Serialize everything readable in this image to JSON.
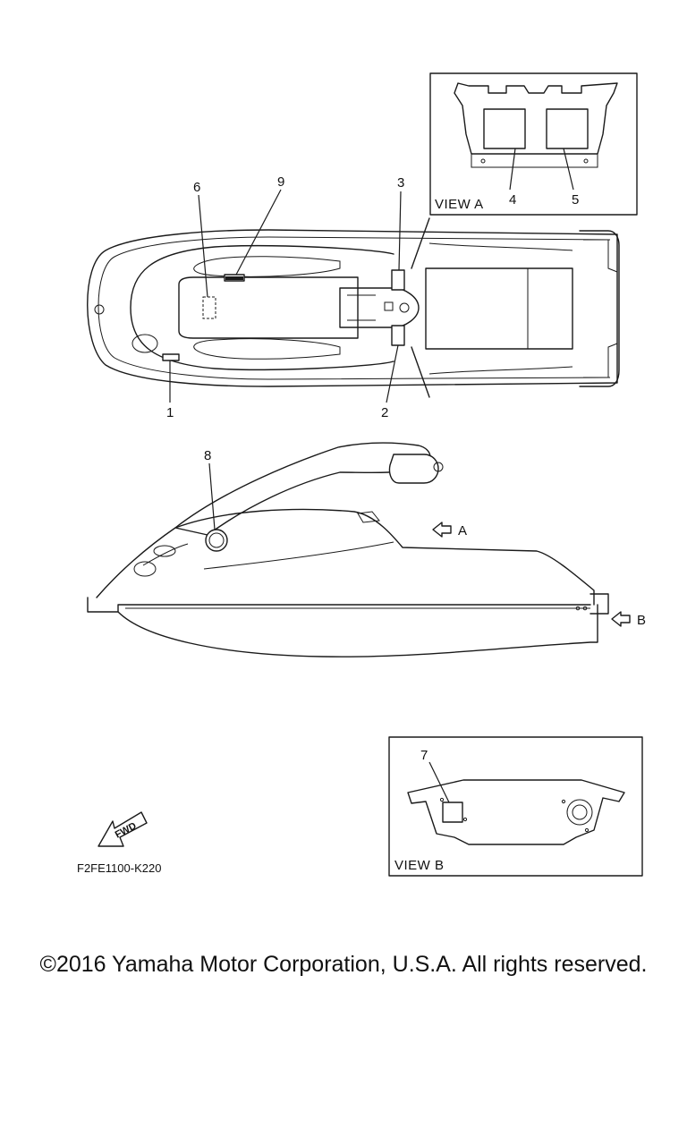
{
  "callouts": {
    "c1": "1",
    "c2": "2",
    "c3": "3",
    "c4": "4",
    "c5": "5",
    "c6": "6",
    "c7": "7",
    "c8": "8",
    "c9": "9"
  },
  "views": {
    "view_a_label": "VIEW A",
    "view_b_label": "VIEW B",
    "arrow_a_label": "A",
    "arrow_b_label": "B"
  },
  "fwd_label": "FWD",
  "diagram_code": "F2FE1100-K220",
  "copyright": "©2016 Yamaha Motor Corporation, U.S.A. All rights reserved."
}
